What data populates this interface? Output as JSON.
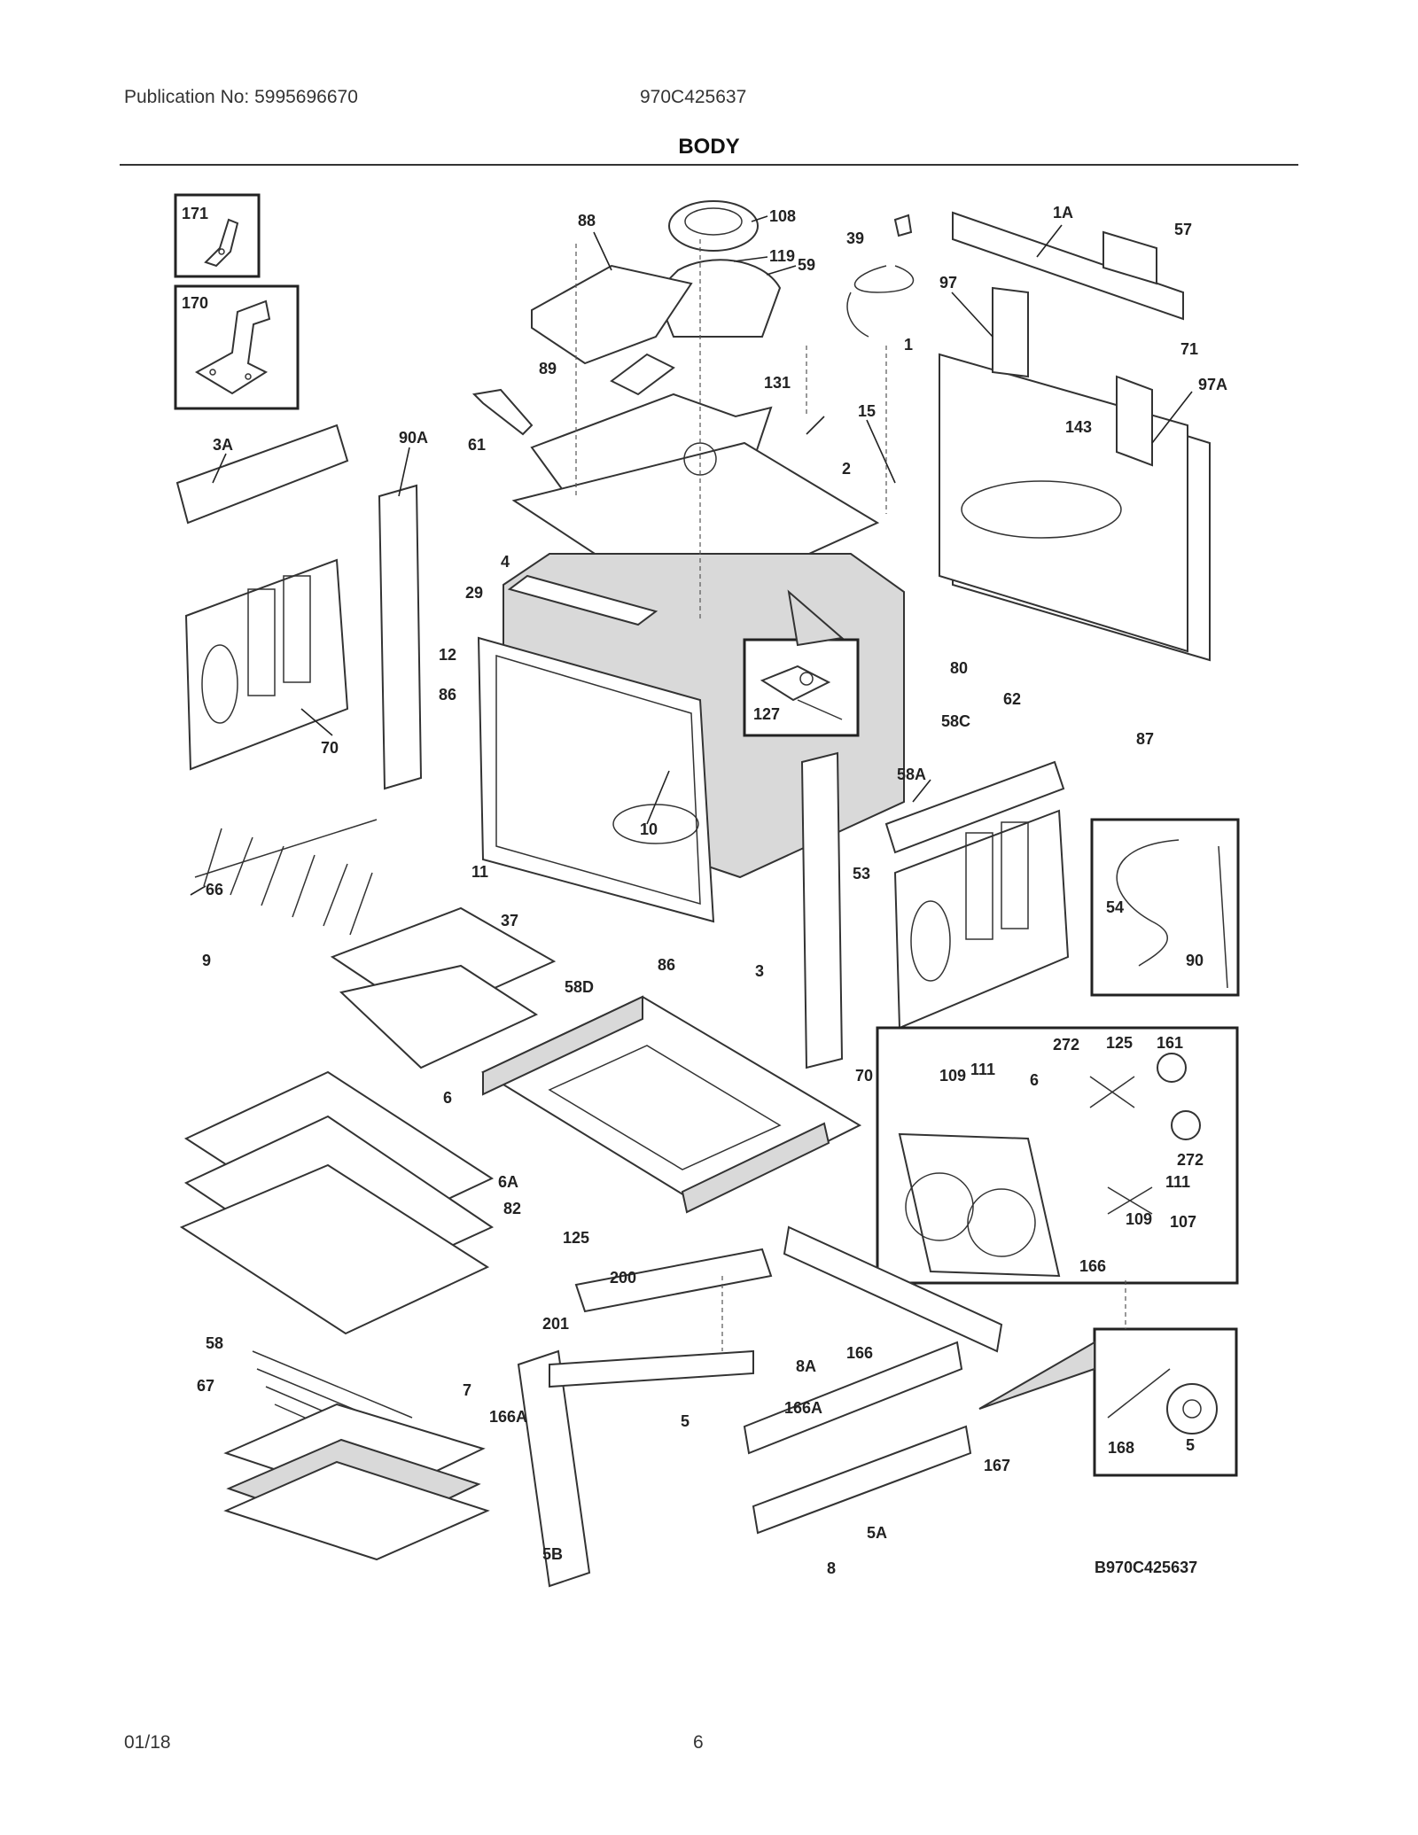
{
  "header": {
    "publication": "Publication No: 5995696670",
    "model": "970C425637"
  },
  "title": "BODY",
  "footer": {
    "date": "01/18",
    "page": "6"
  },
  "diagram_code": "B970C425637",
  "callouts": [
    "171",
    "170",
    "88",
    "108",
    "119",
    "59",
    "39",
    "1A",
    "57",
    "97",
    "71",
    "97A",
    "1",
    "143",
    "89",
    "131",
    "15",
    "61",
    "2",
    "3A",
    "90A",
    "4",
    "29",
    "12",
    "86",
    "70",
    "127",
    "80",
    "62",
    "87",
    "58C",
    "58A",
    "66",
    "11",
    "10",
    "37",
    "9",
    "58D",
    "86",
    "3",
    "53",
    "54",
    "90",
    "70",
    "109",
    "272",
    "125",
    "161",
    "111",
    "6",
    "6",
    "6A",
    "82",
    "125",
    "272",
    "111",
    "109",
    "107",
    "166",
    "200",
    "201",
    "166",
    "8A",
    "58",
    "67",
    "7",
    "166A",
    "5",
    "166A",
    "167",
    "168",
    "5",
    "5A",
    "5B",
    "8"
  ]
}
